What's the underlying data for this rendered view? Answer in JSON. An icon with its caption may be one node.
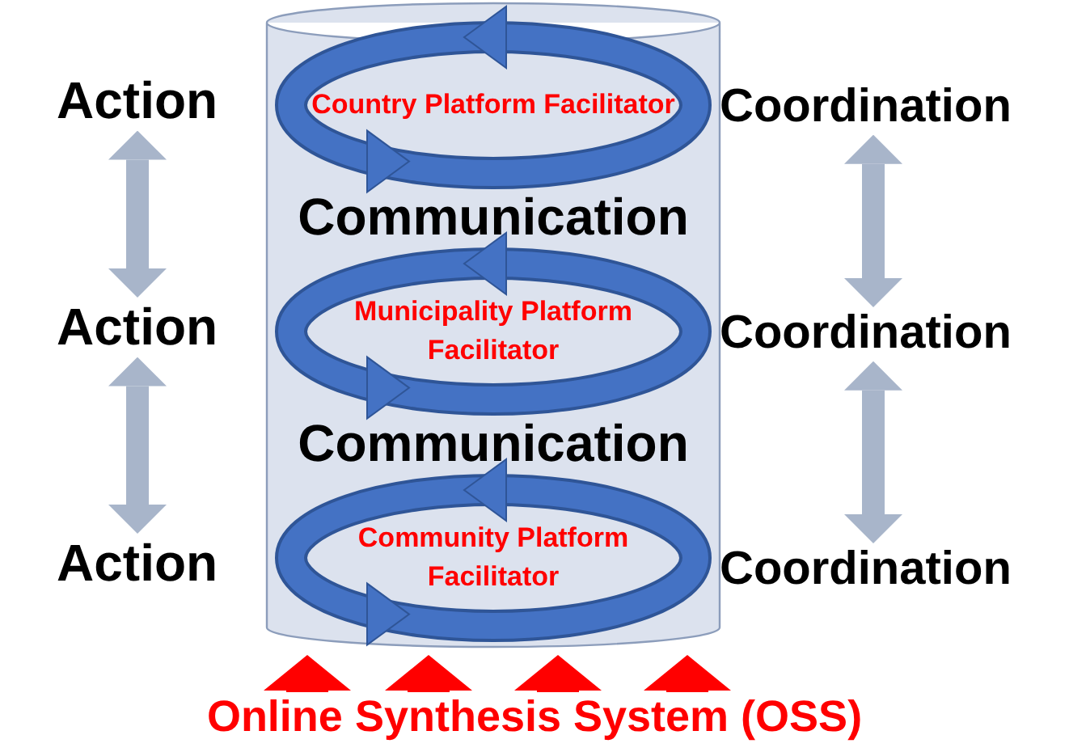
{
  "diagram": {
    "nodes": [
      {
        "text": [
          "Action"
        ]
      },
      {
        "text": [],
        "shape": "cylinder"
      },
      {
        "text": [
          "Country Platform Facilitator"
        ],
        "in": 1
      },
      {
        "text": [
          "Coordination"
        ]
      },
      {
        "text": [
          "Action"
        ]
      },
      {
        "text": [
          "Municipality Platform Facilitator"
        ],
        "in": 1
      },
      {
        "text": [
          "Coordination"
        ]
      },
      {
        "text": [
          "Action"
        ]
      },
      {
        "text": [
          "Community Platform Facilitator"
        ],
        "in": 1
      },
      {
        "text": [
          "Coordination"
        ]
      },
      {
        "text": [
          "Online Synthesis System (OSS)"
        ]
      }
    ],
    "edges": [
      {
        "from": 0,
        "to": 4,
        "arrow": "both"
      },
      {
        "from": 4,
        "to": 7,
        "arrow": "both"
      },
      {
        "from": 3,
        "to": 6,
        "arrow": "both"
      },
      {
        "from": 6,
        "to": 9,
        "arrow": "both"
      },
      {
        "from": 10,
        "to": 8,
        "arrow": "to",
        "style": "thick",
        "color": "#ff0000"
      },
      {
        "from": 10,
        "to": 8,
        "arrow": "to",
        "style": "thick",
        "color": "#ff0000"
      },
      {
        "from": 10,
        "to": 8,
        "arrow": "to",
        "style": "thick",
        "color": "#ff0000"
      },
      {
        "from": 10,
        "to": 8,
        "arrow": "to",
        "style": "thick",
        "color": "#ff0000"
      }
    ],
    "labels": [
      "Communication",
      "Communication"
    ]
  }
}
